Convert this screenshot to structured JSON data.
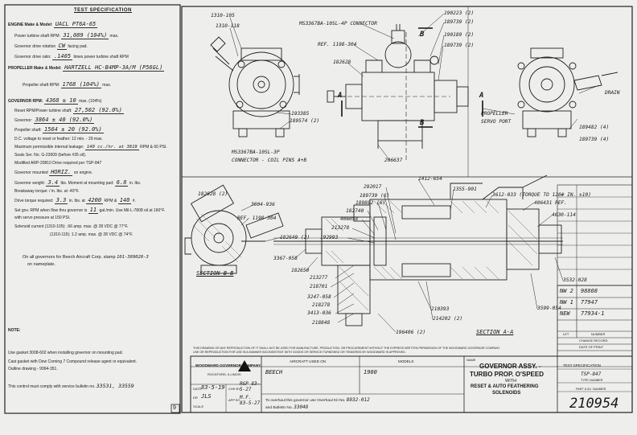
{
  "spec": {
    "title": "TEST SPECIFICATION",
    "engine_label": "ENGINE Make & Model",
    "engine_value": "UACL PT6A-65",
    "turbine_label": "Power turbine shaft RPM:",
    "turbine_value": "31,089 (104%)",
    "turbine_suffix": "max.",
    "rotation_label": "Governor drive rotation",
    "rotation_value": "CW",
    "rotation_suffix": "facing pad.",
    "ratio_label": "Governor drive ratio:",
    "ratio_value": ".1405",
    "ratio_suffix": "times power turbine shaft RPM",
    "propeller_label": "PROPELLER Make & Model",
    "propeller_value": "HARTZELL HC-B4MP-3A/M (P56GL)",
    "prop_rpm_label": "Propeller shaft RPM:",
    "prop_rpm_value": "1768 (104%)",
    "prop_rpm_suffix": "max.",
    "gov_rpm_label": "GOVERNOR RPM:",
    "gov_rpm_value": "4368 ± 10",
    "gov_rpm_suffix": "max. (104%)",
    "reset_label": "Reset RPM/Power turbine shaft:",
    "reset_value": "27,502 (92.0%)",
    "governor_label": "Governor:",
    "governor_value": "3864 ± 40 (92.0%)",
    "prop_shaft_label": "Propeller shaft:",
    "prop_shaft_value": "1564 ± 20 (92.0%)",
    "ac_voltage": "D.C. voltage to reset or feather: 12 min. - 29 max.",
    "max_pressure_label": "Maximum permissible internal leakage:",
    "max_pressure_value": "140 cc./hr. at 3819",
    "max_pressure_suffix": "RPM & 60 PSI.",
    "seals": "Seals Ser. No. G-23609 (before #35 oil).",
    "modified": "Modified ARP-20810 Drive required per TSP-847",
    "mounting_label": "Governor mounted",
    "mounting_value": "HORIZ.",
    "mounting_suffix": "on engine.",
    "weight_label": "Governor weight:",
    "weight_value": "3.4",
    "weight_mid": "lbs. Moment at mounting pad:",
    "weight_value2": "6.8",
    "weight_suffix": "in. lbs.",
    "breakaway": "Breakaway torque:  / in. lbs. at -40°F.",
    "drive_label": "Drive torque required:",
    "drive_value": "3.3",
    "drive_mid": "in. lbs. at",
    "drive_rpm": "4200",
    "drive_mid2": "RPM &",
    "drive_psi": "140",
    "drive_suffix": "#.",
    "test_label": "Set gov. RPM when flow thru governor is",
    "test_value": "11",
    "test_suffix": "gal./min. Use Mil-L-7808 oil at 160°F.",
    "test_line2": "with servo pressure at 150 PSI.",
    "solenoid1": "Solenoid current (1310-105): .66 amp. max. @ 28 VDC @ 77°F.",
    "solenoid2": "(1310-115): 1.2 amp. max. @ 28 VDC @ 74°F.",
    "beech_note_a": "On all governors for Beech Aircraft Corp. stamp",
    "beech_note_b": "101-389020-3",
    "beech_note_c": "on nameplate.",
    "note_header": "NOTE:",
    "note1": "Use gasket 3008-602 when installing governor on mounting pad.",
    "note2": "Cast gasket with Dow Corning 7 Compound release agent or equivalent.",
    "note3": "Outline drawing - 9994-351.",
    "note4_label": "This control must comply with service bulletin no.",
    "note4_value": "33531, 33559"
  },
  "callouts": {
    "c1": "1310-105",
    "c2": "1310-118",
    "c3": "MS3367BA-10SL-4P CONNECTOR",
    "c4": "190223 (2)",
    "c5": "189739 (2)",
    "c6": "REF. 1198-304",
    "c7": "190189 (2)",
    "c8": "189739 (2)",
    "c9": "182628",
    "c10": "193385",
    "c11": "189574 (2)",
    "c12": "MS3367BA-10SL-3P",
    "c13": "CONNECTOR - COIL PINS A+B",
    "c14": "PROPELLER",
    "c15": "SERVO PORT",
    "c16": "DRAIN",
    "c17": "189482 (4)",
    "c18": "189739 (4)",
    "c19": "206637",
    "c20": "182628 (2)",
    "c21": "3004-936",
    "c22": "REF. 1198-304",
    "c23": "182649 (2)",
    "c24": "3367-058",
    "c25": "182650",
    "c26": "292017",
    "c27": "189739 (6)",
    "c28": "189882 (6)",
    "c29": "182740",
    "c30": "406058",
    "c31": "213278",
    "c32": "192993",
    "c33": "1412-654",
    "c34": "1355-901",
    "c35": "3612-033 (TORQUE TO 120# IN. ±10)",
    "c36": "406431 REF.",
    "c37": "4030-114",
    "c38": "3532-028",
    "c39": "3599-054",
    "c40": "213277",
    "c41": "218701",
    "c42": "3247-058",
    "c43": "218278",
    "c44": "3413-036",
    "c45": "218848",
    "c46": "210393",
    "c47": "214202 (2)",
    "c48": "196406 (2)",
    "sec_bb": "SECTION B-B",
    "sec_aa": "SECTION A-A",
    "mark_a1": "A",
    "mark_a2": "A",
    "mark_b1": "B",
    "mark_b2": "B"
  },
  "revisions": {
    "r1_code": "NW 2",
    "r1_num": "98808",
    "r2_code": "NW 1",
    "r2_num": "77947",
    "r3_code": "NEW",
    "r3_num": "77934-1",
    "hdr_let": "LET",
    "hdr_number": "NUMBER",
    "hdr_change": "CHANGE RECORD",
    "hdr_date": "DATE OF PRINT"
  },
  "titleblock": {
    "disclaimer1": "THIS DRAWING OR ANY REPRODUCTION OF IT SHALL NOT BE USED FOR MANUFACTURE, PRODUCTION, OR PROCUREMENT WITHOUT THE EXPRESS WRITTEN PERMISSION OF THE WOODWARD GOVERNOR COMPANY",
    "disclaimer2": "USE OR REPRODUCTION FOR USE IN A MANNER INCONSISTENT WITH GOODS OR SERVICE FURNISHED OR TENDERED BY WOODWARD IS APPROVED.",
    "company": "WOODWARD GOVERNOR COMPANY",
    "city": "ROCKFORD, ILLINOIS",
    "aircraft_hdr": "AIRCRAFT USED ON",
    "models_hdr": "MODELS",
    "aircraft": "BEECH",
    "model": "1900",
    "date_label": "DATE",
    "date": "83-5-19",
    "dr_label": "DR",
    "dr": "JLS",
    "chk_label": "CHK BY",
    "chk": "RGP 83-5-27",
    "app_label": "APP BY",
    "app": "M.F. 83-5-27",
    "scale_label": "SCALE",
    "overhaul": "To overhaul this governor use Overhaul Kit No.",
    "overhaul_kit": "8932-012",
    "bulletin": "and Bulletin No.",
    "bulletin_no": "33048",
    "name_label": "NAME",
    "name1": "GOVERNOR ASSY. -",
    "name2": "TURBO PROP. O'SPEED",
    "name3": "WITH",
    "name4": "RESET & AUTO FEATHERING",
    "name5": "SOLENOIDS",
    "ts_label": "TEST SPECIFICATION",
    "ts_value": "TSP-847",
    "type_label": "TYPE NUMBER",
    "part_label": "PART & BJ. NUMBER",
    "part": "210954",
    "page_mark": "9"
  }
}
